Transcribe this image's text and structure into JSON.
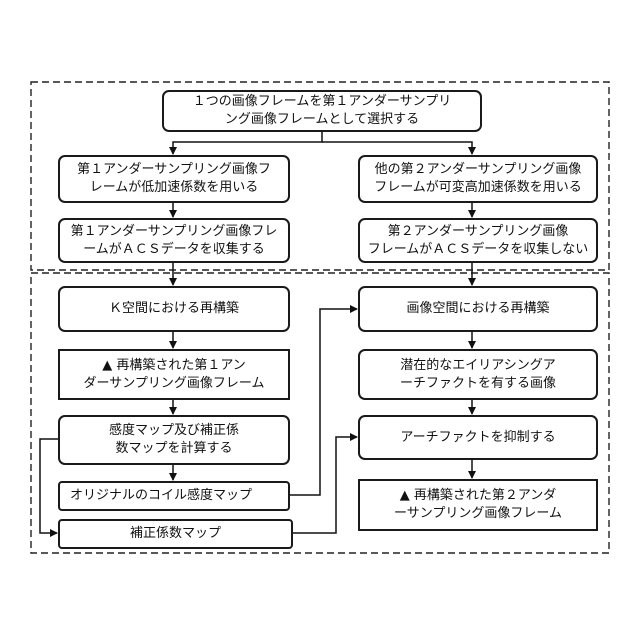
{
  "boxes": {
    "select": "１つの画像フレームを第１アンダーサンプリ\nング画像フレームとして選択する",
    "left_accel": "第１アンダーサンプリング画像フ\nレームが低加速係数を用いる",
    "right_accel": "他の第２アンダーサンプリング画像\nフレームが可変高加速係数を用いる",
    "left_acs": "第１アンダーサンプリング画像フレ\nームがＡＣＳデータを収集する",
    "right_acs": "第２アンダーサンプリング画像\nフレームがＡＣＳデータを収集しない",
    "k_space": "Ｋ空間における再構築",
    "recon_first": "▲ 再構築された第１アン\nダーサンプリング画像フレーム",
    "calc_maps": "感度マップ及び補正係\n数マップを計算する",
    "original_map": "オリジナルのコイル感度マップ",
    "correction_map": "補正係数マップ",
    "image_space": "画像空間における再構築",
    "alias_image": "潜在的なエイリアシングア\nーチファクトを有する画像",
    "suppress": "アーチファクトを抑制する",
    "recon_second": "▲ 再構築された第２アンダ\nーサンプリング画像フレーム"
  }
}
